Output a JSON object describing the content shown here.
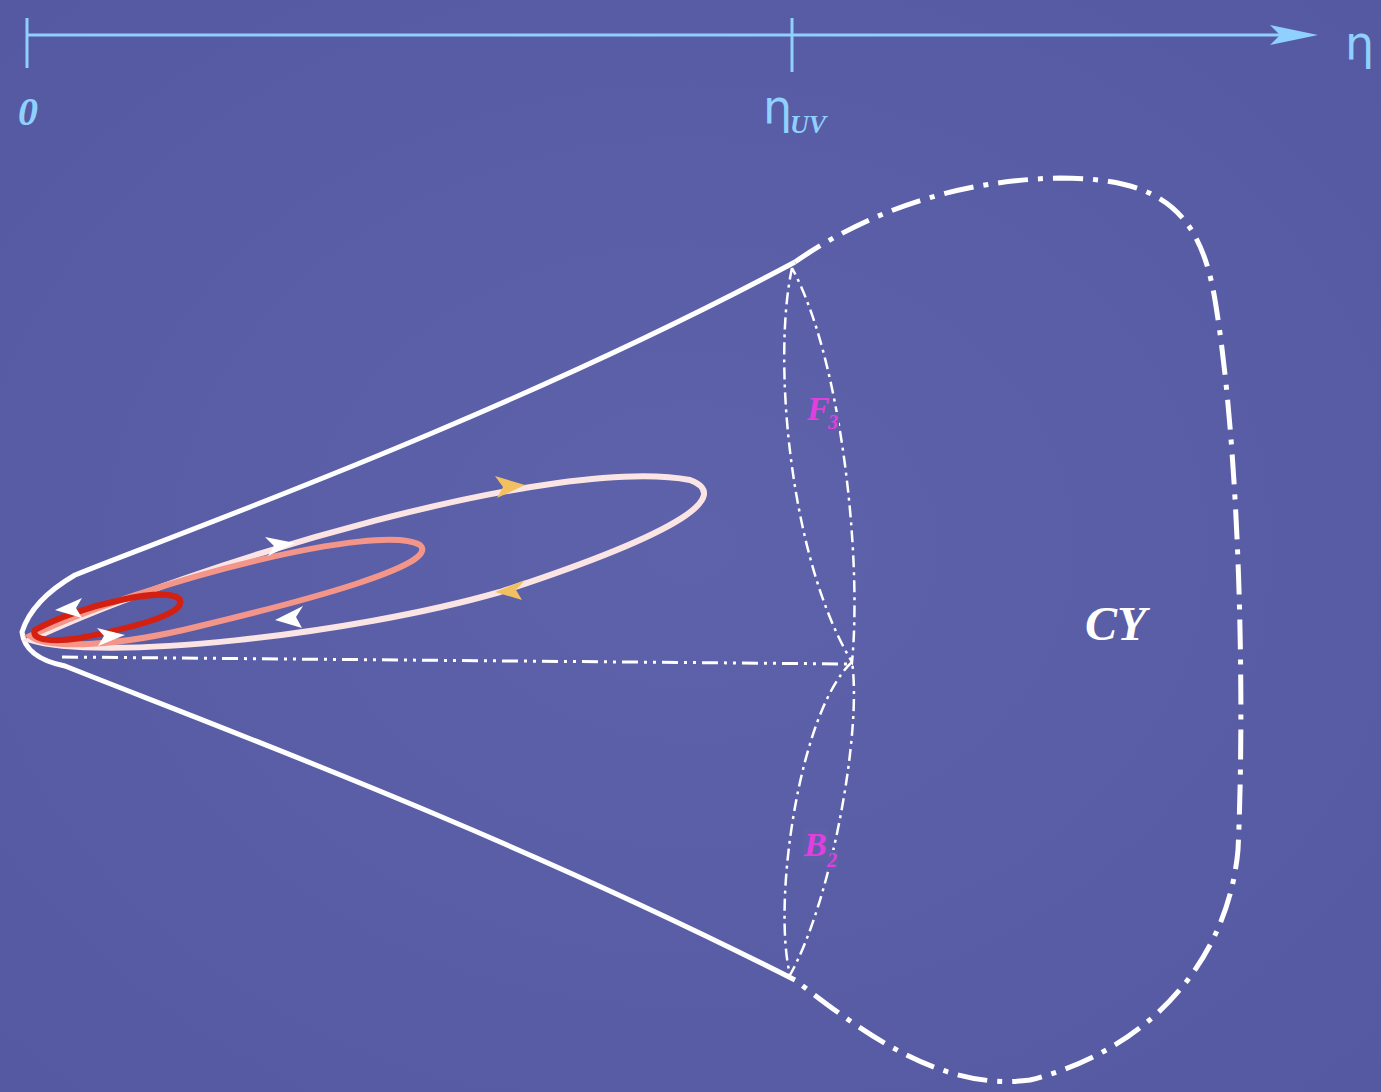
{
  "diagram": {
    "labels": [
      "η",
      "0",
      "η",
      "UV",
      "F",
      "3",
      "B",
      "2",
      "CY"
    ]
  }
}
